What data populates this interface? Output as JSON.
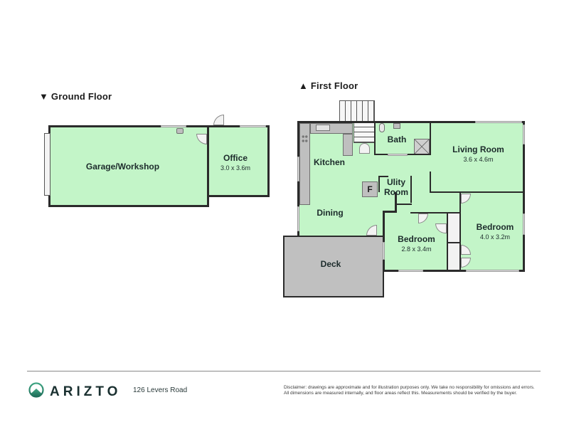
{
  "ground_floor": {
    "title": "▼ Ground Floor",
    "rooms": [
      {
        "name": "Garage/Workshop",
        "dimensions": ""
      },
      {
        "name": "Office",
        "dimensions": "3.0 x 3.6m"
      }
    ]
  },
  "first_floor": {
    "title": "▲ First Floor",
    "rooms": [
      {
        "name": "Kitchen",
        "dimensions": ""
      },
      {
        "name": "Bath",
        "dimensions": ""
      },
      {
        "name": "Living Room",
        "dimensions": "3.6 x 4.6m"
      },
      {
        "name": "Ulity",
        "name2": "Room",
        "dimensions": ""
      },
      {
        "name": "Dining",
        "dimensions": ""
      },
      {
        "name": "Bedroom",
        "dimensions": "2.8 x 3.4m"
      },
      {
        "name": "Bedroom",
        "dimensions": "4.0 x 3.2m"
      },
      {
        "name": "Deck",
        "dimensions": ""
      }
    ],
    "fridge_label": "F"
  },
  "footer": {
    "brand": "ARIZTO",
    "address": "126 Levers Road",
    "disclaimer_line1": "Disclaimer: drawings are approximate and for illustration purposes only. We take no responsibility for omissions and errors.",
    "disclaimer_line2": "All dimensions are measured internally, and floor areas reflect this. Measurements should be verified by the buyer."
  },
  "colors": {
    "room_fill": "#c3f5c8",
    "deck_fill": "#c0c0c0",
    "wall": "#2b2b2b",
    "brand": "#2f8a6e"
  }
}
